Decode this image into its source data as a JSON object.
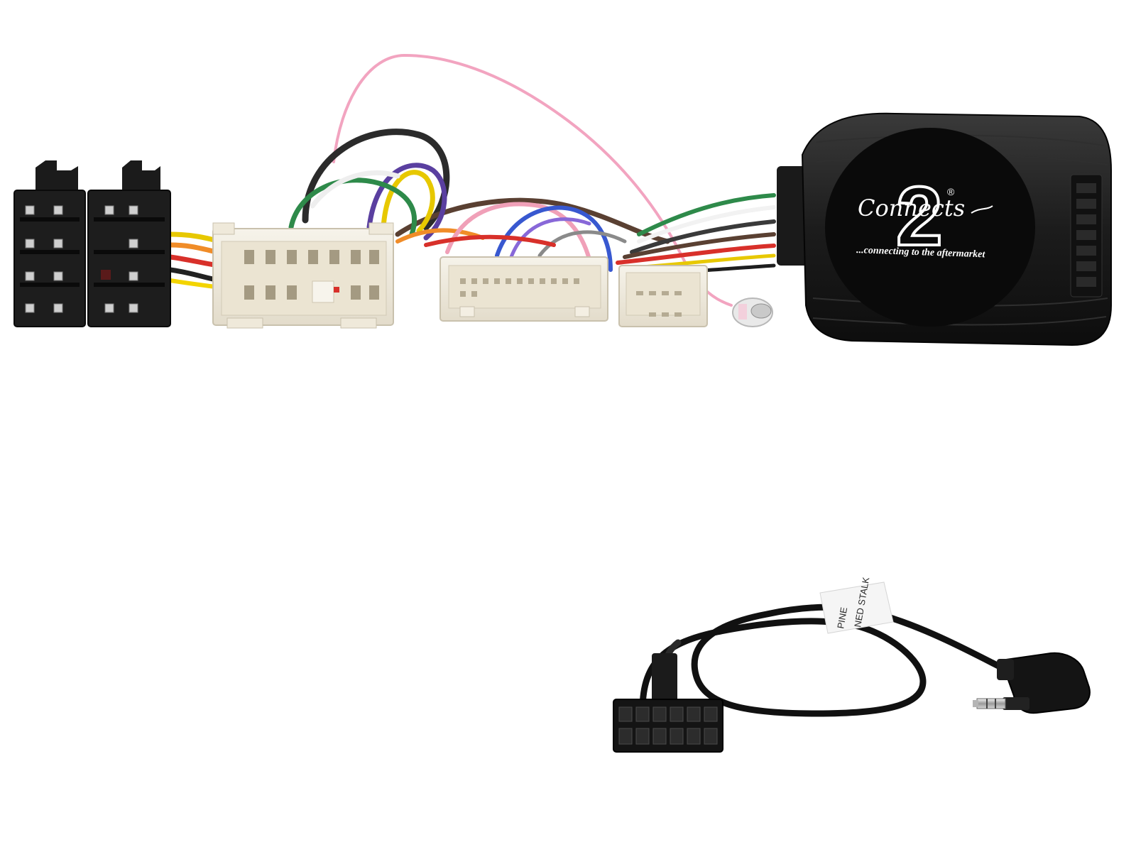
{
  "product_image": {
    "interface_box": {
      "brand_digit": "2",
      "brand_word": "Connects",
      "registered_mark": "®",
      "tagline": "...connecting to the aftermarket"
    },
    "patch_lead": {
      "tape_label_line1": "PINE",
      "tape_label_line2": "NED STALK"
    }
  }
}
